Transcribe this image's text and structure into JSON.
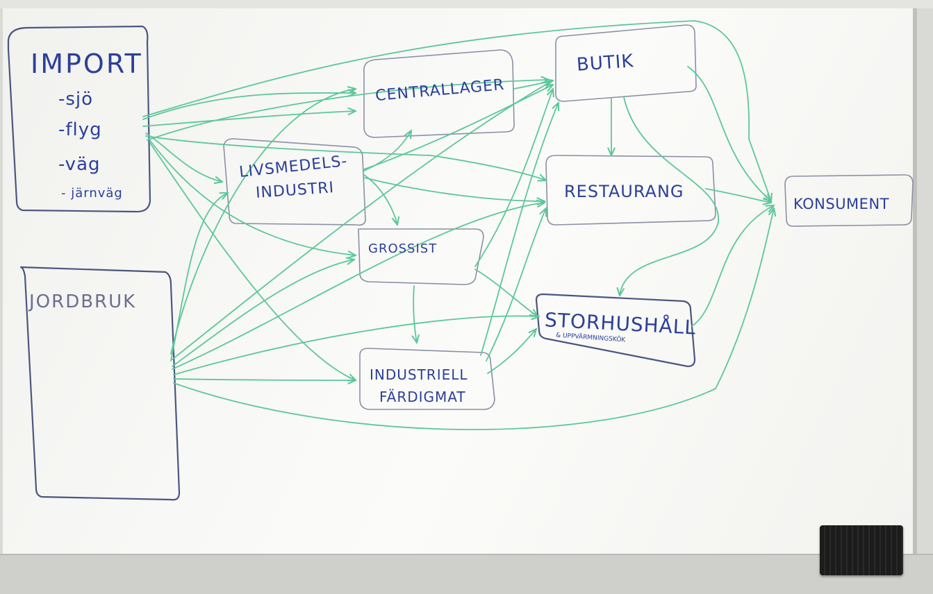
{
  "diagram": {
    "nodes": {
      "import": {
        "title": "IMPORT",
        "sub": [
          "-sjö",
          "-flyg",
          "-väg",
          "- järnväg"
        ]
      },
      "jordbruk": {
        "title": "JORDBRUK"
      },
      "centrallager": {
        "title": "CENTRALLAGER"
      },
      "livsmedelsindustri": {
        "title1": "LIVSMEDELS-",
        "title2": "INDUSTRI"
      },
      "grossist": {
        "title": "GROSSIST"
      },
      "industriell": {
        "title1": "INDUSTRIELL",
        "title2": "FÄRDIGMAT"
      },
      "butik": {
        "title": "BUTIK"
      },
      "restaurang": {
        "title": "RESTAURANG"
      },
      "storhushall": {
        "title": "STORHUSHÅLL",
        "sub": "& UPPVÄRMNINGSKÖK"
      },
      "konsument": {
        "title": "KONSUMENT"
      }
    },
    "edges": [
      [
        "import",
        "centrallager"
      ],
      [
        "import",
        "livsmedelsindustri"
      ],
      [
        "import",
        "grossist"
      ],
      [
        "import",
        "butik"
      ],
      [
        "import",
        "industriell"
      ],
      [
        "import",
        "restaurang"
      ],
      [
        "jordbruk",
        "centrallager"
      ],
      [
        "jordbruk",
        "livsmedelsindustri"
      ],
      [
        "jordbruk",
        "grossist"
      ],
      [
        "jordbruk",
        "butik"
      ],
      [
        "jordbruk",
        "restaurang"
      ],
      [
        "jordbruk",
        "storhushall"
      ],
      [
        "jordbruk",
        "industriell"
      ],
      [
        "jordbruk",
        "konsument"
      ],
      [
        "livsmedelsindustri",
        "centrallager"
      ],
      [
        "livsmedelsindustri",
        "grossist"
      ],
      [
        "livsmedelsindustri",
        "butik"
      ],
      [
        "livsmedelsindustri",
        "restaurang"
      ],
      [
        "centrallager",
        "butik"
      ],
      [
        "grossist",
        "butik"
      ],
      [
        "grossist",
        "industriell"
      ],
      [
        "grossist",
        "storhushall"
      ],
      [
        "industriell",
        "butik"
      ],
      [
        "industriell",
        "restaurang"
      ],
      [
        "industriell",
        "storhushall"
      ],
      [
        "butik",
        "restaurang"
      ],
      [
        "butik",
        "storhushall"
      ],
      [
        "butik",
        "konsument"
      ],
      [
        "restaurang",
        "konsument"
      ],
      [
        "storhushall",
        "konsument"
      ]
    ],
    "colors": {
      "marker_green": "#5cc79a",
      "marker_blue": "#2b3f9a",
      "board": "#f6f6f4"
    }
  }
}
